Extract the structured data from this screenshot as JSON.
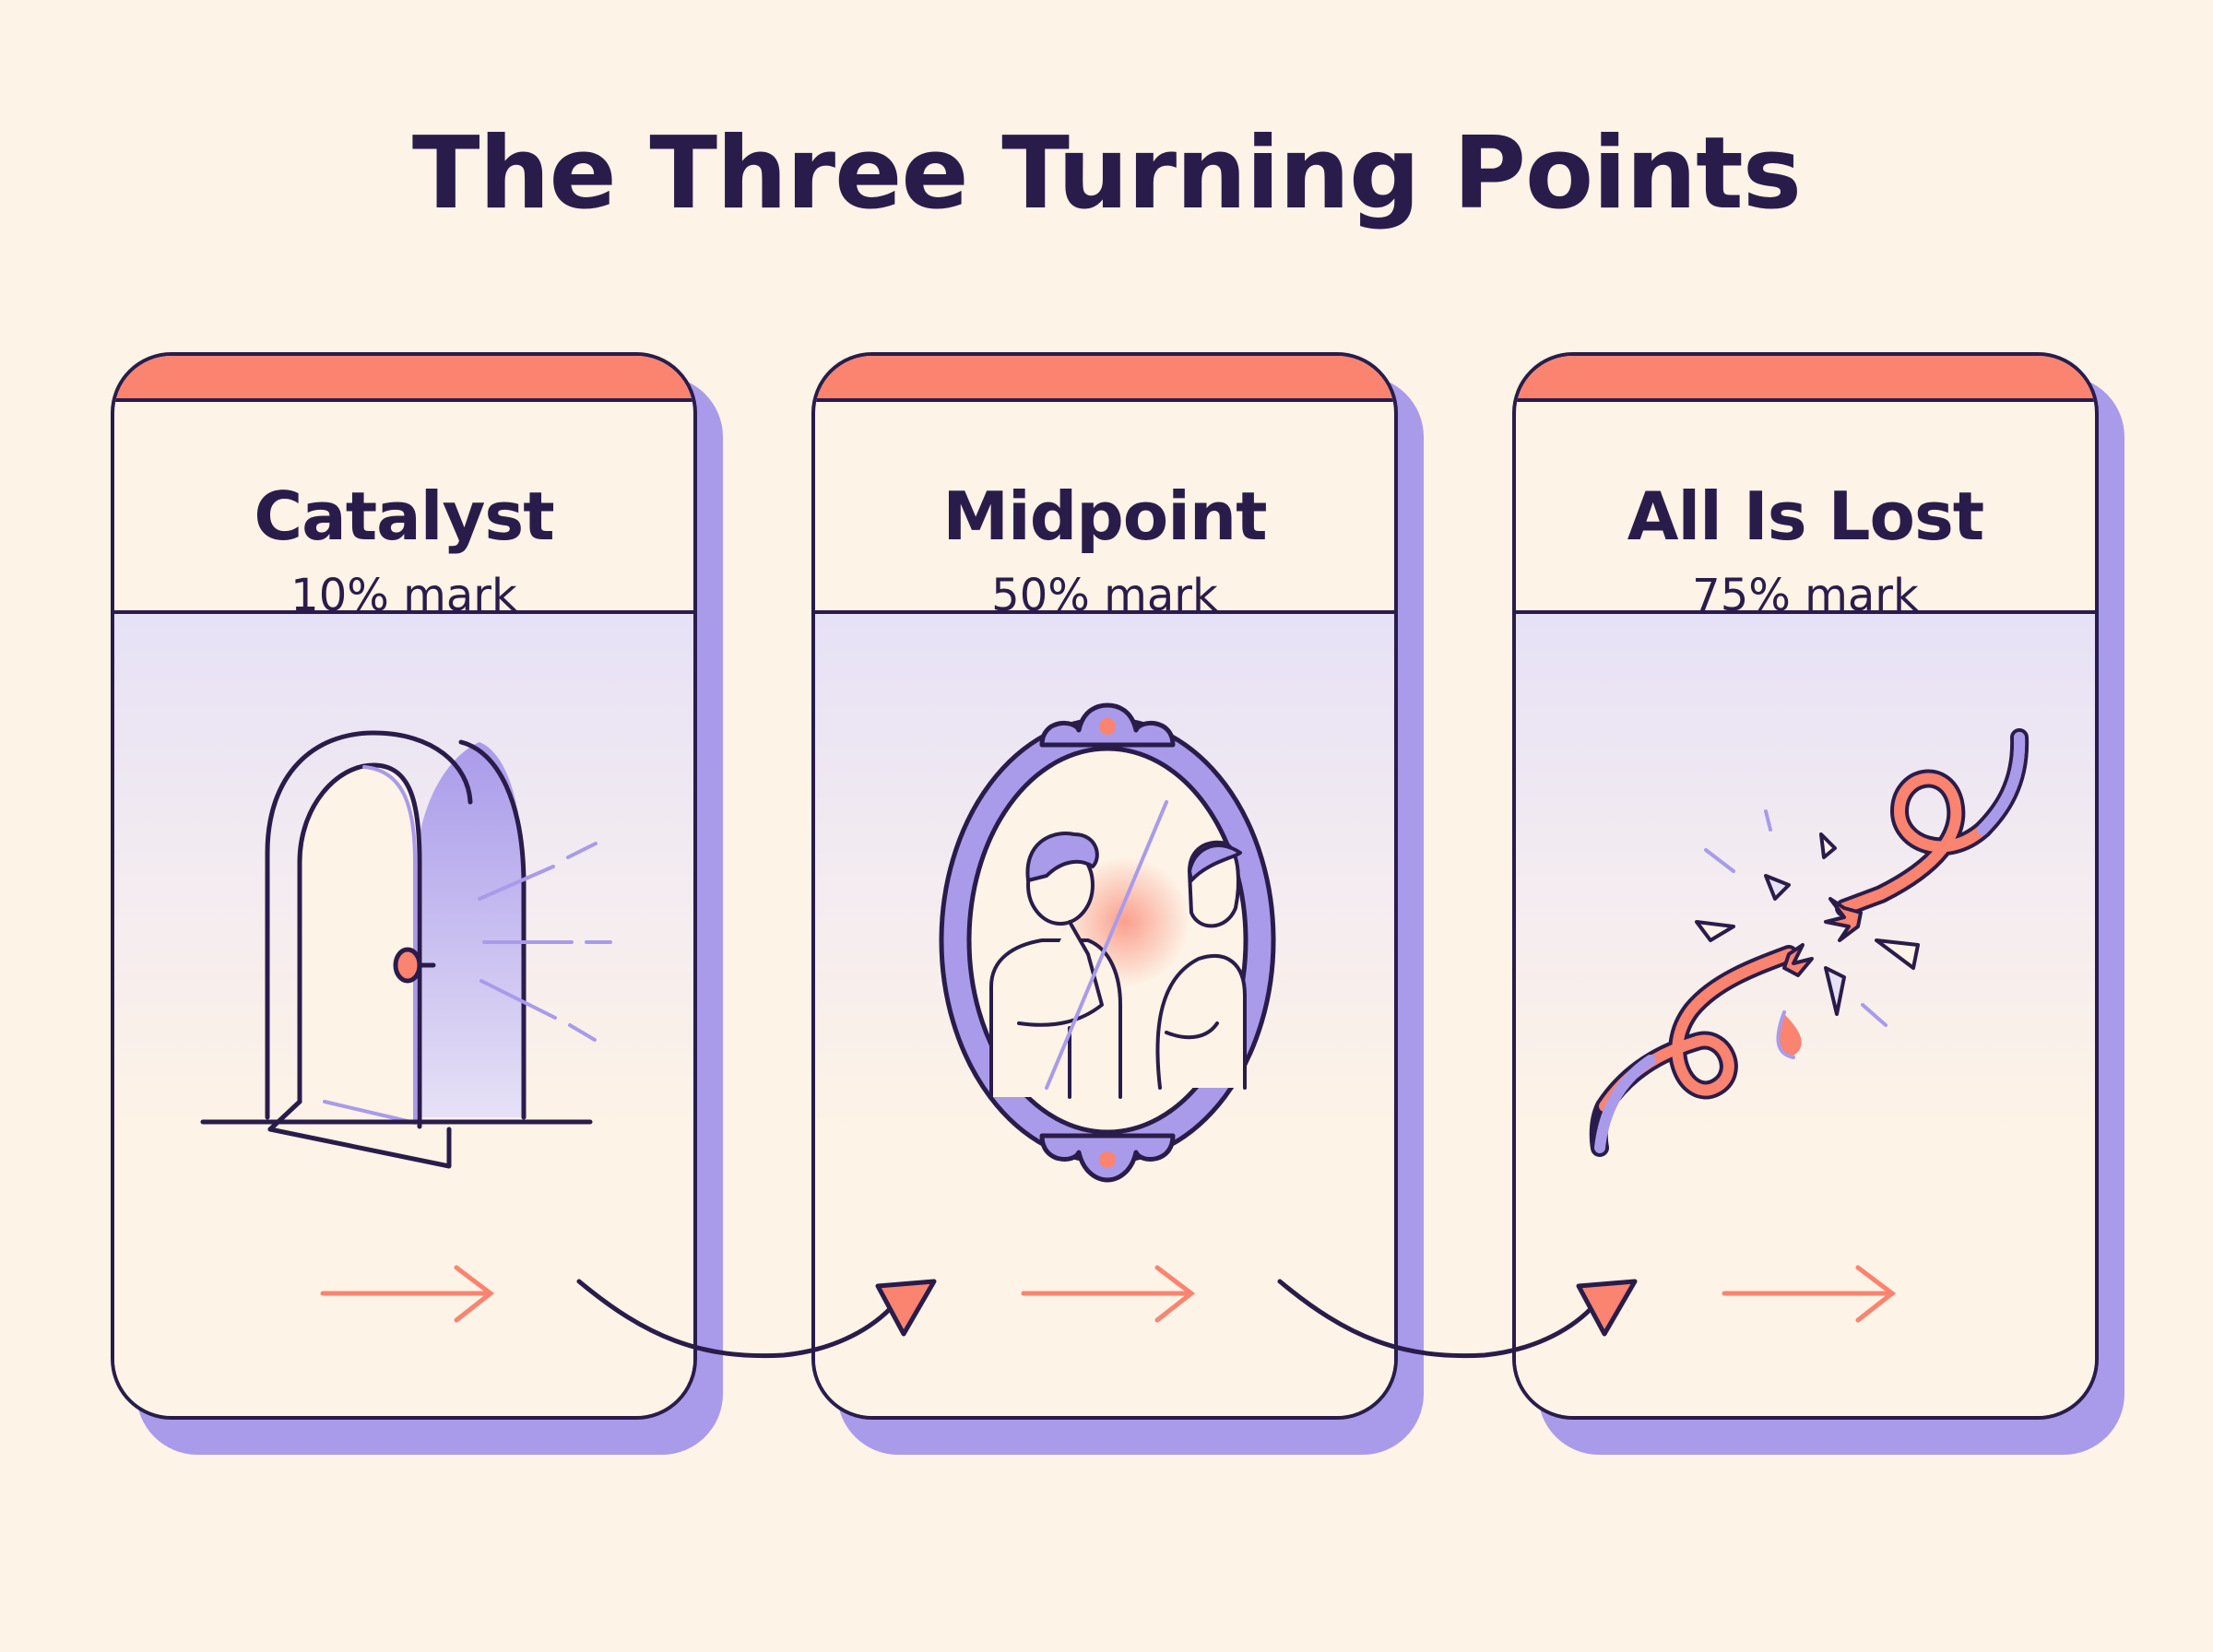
{
  "title": "The Three Turning Points",
  "cards": [
    {
      "title": "Catalyst",
      "subtitle": "10% mark",
      "icon": "open-door"
    },
    {
      "title": "Midpoint",
      "subtitle": "50% mark",
      "icon": "oval-mirror"
    },
    {
      "title": "All Is Lost",
      "subtitle": "75% mark",
      "icon": "broken-rope"
    }
  ],
  "colors": {
    "background": "#fdf3e6",
    "ink": "#2a1c4a",
    "accent": "#fa8470",
    "lavender": "#a99bea",
    "lavender_light": "#d9d1f6"
  }
}
